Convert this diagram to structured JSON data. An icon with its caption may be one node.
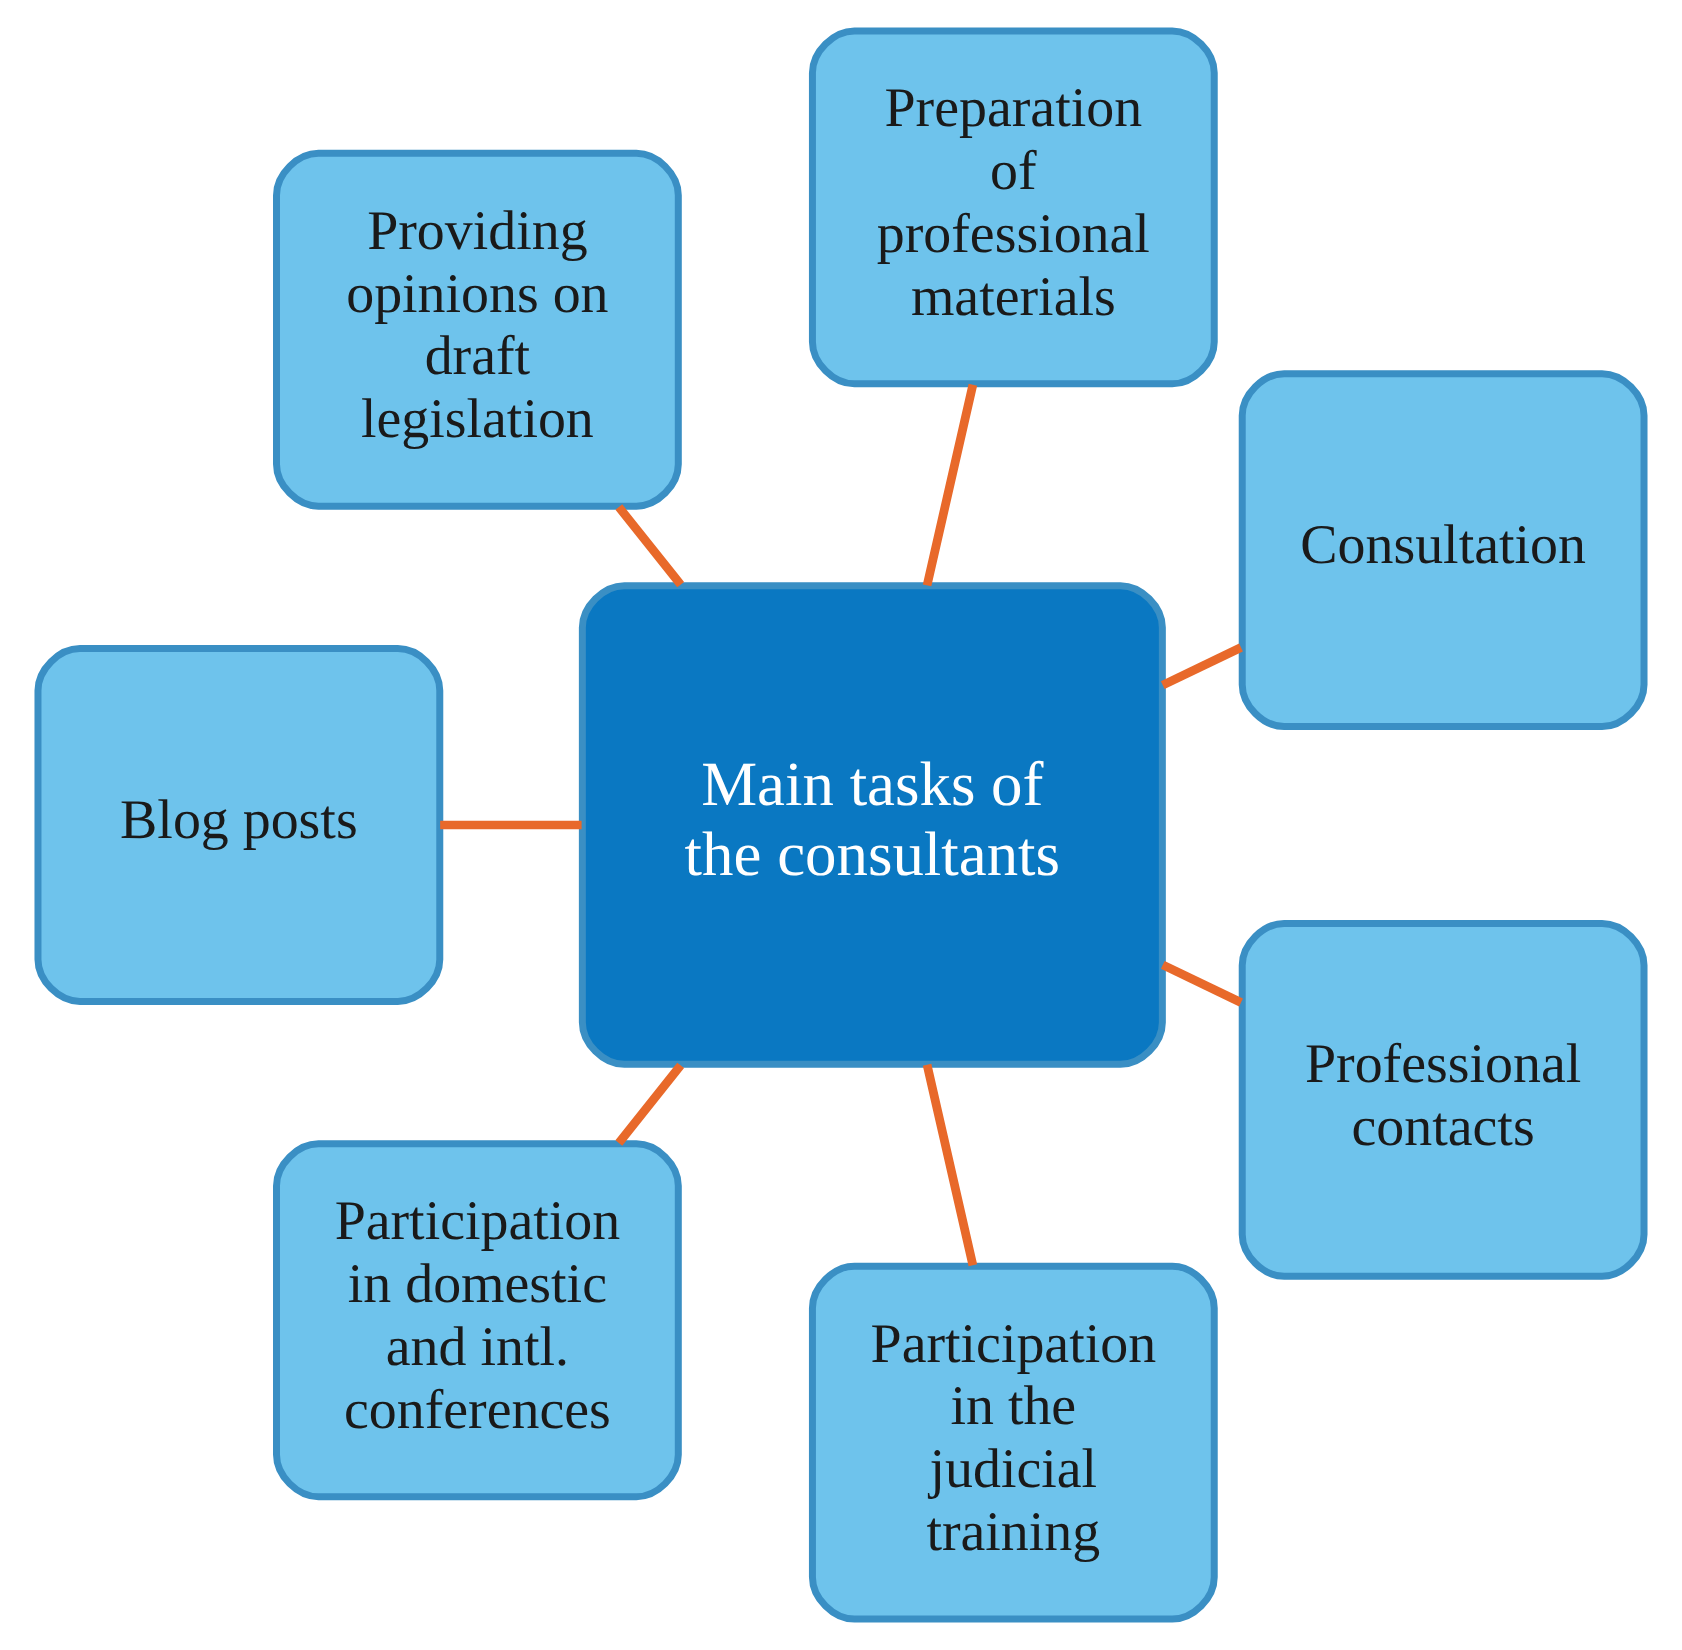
{
  "diagram": {
    "nodes": [
      {
        "text": [
          "Main tasks of the consultants"
        ]
      },
      {
        "text": [
          "Consultation"
        ]
      },
      {
        "text": [
          "Preparation of professional materials"
        ]
      },
      {
        "text": [
          "Providing opinions on draft legislation"
        ]
      },
      {
        "text": [
          "Blog posts"
        ]
      },
      {
        "text": [
          "Participation in domestic and intl. conferences"
        ]
      },
      {
        "text": [
          "Participation in the judicial training"
        ]
      },
      {
        "text": [
          "Professional contacts"
        ]
      }
    ],
    "edges": [
      {
        "from": 0,
        "to": 1,
        "arrow": "none"
      },
      {
        "from": 0,
        "to": 2,
        "arrow": "none"
      },
      {
        "from": 0,
        "to": 3,
        "arrow": "none"
      },
      {
        "from": 0,
        "to": 4,
        "arrow": "none"
      },
      {
        "from": 0,
        "to": 5,
        "arrow": "none"
      },
      {
        "from": 0,
        "to": 6,
        "arrow": "none"
      },
      {
        "from": 0,
        "to": 7,
        "arrow": "none"
      }
    ]
  }
}
